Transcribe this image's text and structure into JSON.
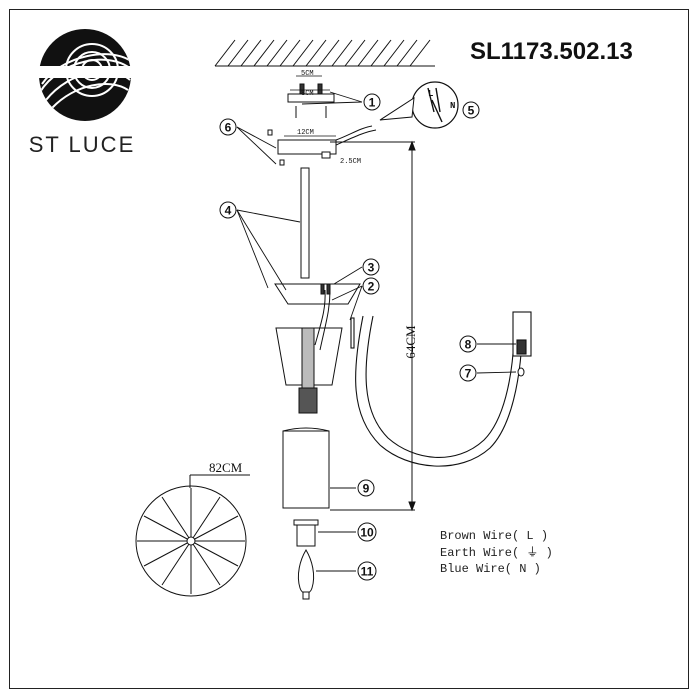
{
  "brand": {
    "name": "ST LUCE"
  },
  "model": "SL1173.502.13",
  "dimensions": {
    "bracket_top": "5CM",
    "bracket_mid": "8CM",
    "canopy": "12CM",
    "canopy_height": "2.5CM",
    "total_height": "64CM",
    "diameter": "82CM"
  },
  "callouts": [
    "1",
    "2",
    "3",
    "4",
    "5",
    "6",
    "7",
    "8",
    "9",
    "10",
    "11"
  ],
  "wire_tags": {
    "live": "L",
    "neutral": "N"
  },
  "legend": {
    "brown": "Brown Wire( L )",
    "earth": "Earth Wire( ⏚ )",
    "blue": "Blue Wire( N )"
  }
}
